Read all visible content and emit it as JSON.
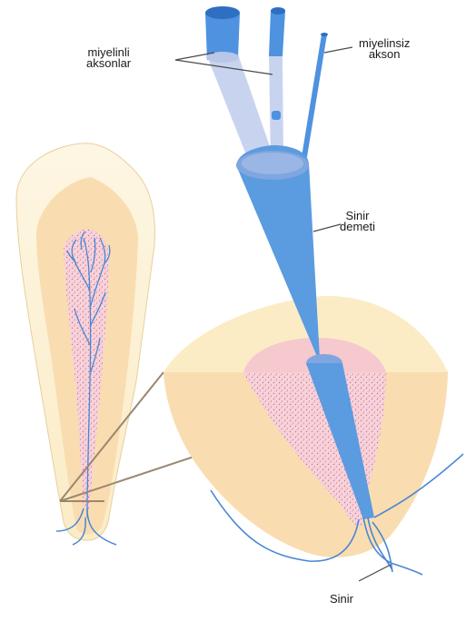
{
  "labels": {
    "myelinated": {
      "line1": "miyelinli",
      "line2": "aksonlar"
    },
    "unmyelinated": {
      "line1": "miyelinsiz",
      "line2": "akson"
    },
    "bundle": {
      "line1": "Sinir",
      "line2": "demeti"
    },
    "nerve": "Sinir"
  },
  "colors": {
    "enamel": "#fdf3d8",
    "dentin": "#f9ddb0",
    "pulp": "#f6d3da",
    "pulp_dots": "#d46a8a",
    "nerve": "#5b9be0",
    "nerve_dark": "#2e6fc2",
    "myelin": "#c8d4ef",
    "leader": "#9c8670"
  }
}
